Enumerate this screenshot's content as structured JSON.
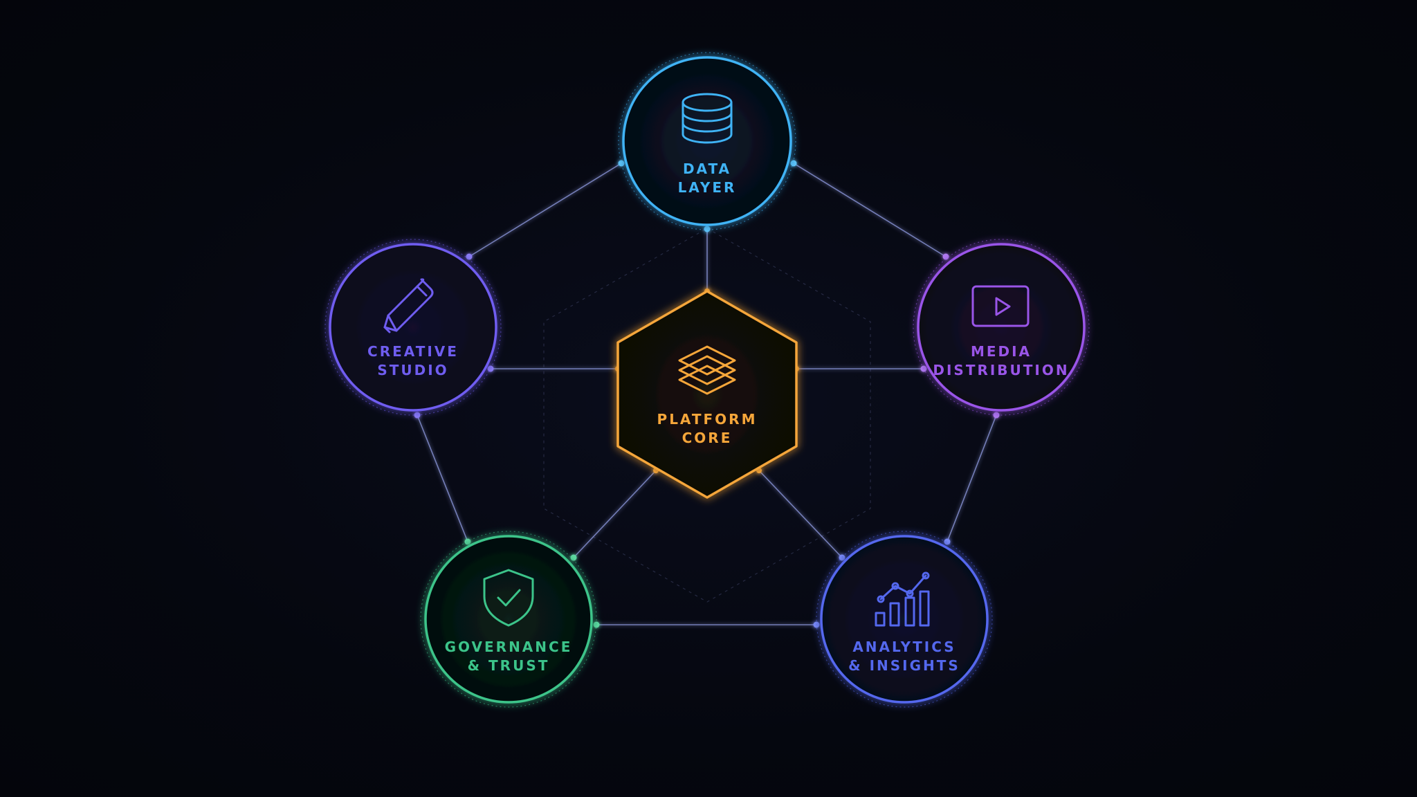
{
  "colors": {
    "background": "#05070f",
    "data_layer": "#3fb3f5",
    "creative_studio": "#6f5df0",
    "media_distribution": "#9a55e8",
    "governance_trust": "#3cc48a",
    "analytics_insights": "#5468ee",
    "platform_core": "#f5a63a",
    "connector_line": "#9aa6f0"
  },
  "nodes": {
    "platform_core": {
      "line1": "PLATFORM",
      "line2": "CORE",
      "icon": "layers-icon"
    },
    "data_layer": {
      "line1": "DATA",
      "line2": "LAYER",
      "icon": "database-icon"
    },
    "creative_studio": {
      "line1": "CREATIVE",
      "line2": "STUDIO",
      "icon": "pencil-icon"
    },
    "media_distribution": {
      "line1": "MEDIA",
      "line2": "DISTRIBUTION",
      "icon": "play-icon"
    },
    "governance_trust": {
      "line1": "GOVERNANCE",
      "line2": "& TRUST",
      "icon": "shield-check-icon"
    },
    "analytics_insights": {
      "line1": "ANALYTICS",
      "line2": "& INSIGHTS",
      "icon": "bar-chart-icon"
    }
  },
  "connections": [
    {
      "from": "Data Layer",
      "to": "Platform Core"
    },
    {
      "from": "Creative Studio",
      "to": "Platform Core"
    },
    {
      "from": "Media Distribution",
      "to": "Platform Core"
    },
    {
      "from": "Governance & Trust",
      "to": "Platform Core"
    },
    {
      "from": "Analytics & Insights",
      "to": "Platform Core"
    },
    {
      "from": "Data Layer",
      "to": "Creative Studio"
    },
    {
      "from": "Data Layer",
      "to": "Media Distribution"
    },
    {
      "from": "Creative Studio",
      "to": "Governance & Trust"
    },
    {
      "from": "Media Distribution",
      "to": "Analytics & Insights"
    },
    {
      "from": "Governance & Trust",
      "to": "Analytics & Insights"
    }
  ]
}
